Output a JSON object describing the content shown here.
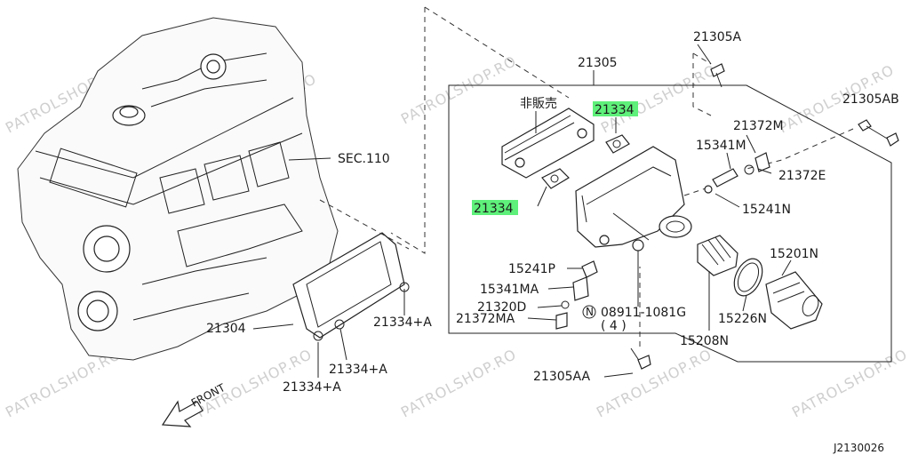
{
  "watermark": "PATROLSHOP.RO",
  "highlight_color": "#5ef07a",
  "icons": {
    "arrow": "front-arrow-icon",
    "bolt": "bolt-icon",
    "filter": "oil-filter-icon"
  },
  "labels": {
    "p21305A": "21305A",
    "p21305": "21305",
    "p21305AB": "21305AB",
    "hanbai": "非販売",
    "p21334_top": "21334",
    "p21334_left": "21334",
    "p21372M": "21372M",
    "p15341M": "15341M",
    "p21372E": "21372E",
    "p15241N": "15241N",
    "sec110": "SEC.110",
    "p15201N": "15201N",
    "p15241P": "15241P",
    "p15341MA": "15341MA",
    "p21320D": "21320D",
    "p21372MA": "21372MA",
    "n_mark": "N",
    "p08911": "08911-1081G",
    "qty4": "( 4 )",
    "p15226N": "15226N",
    "p15208N": "15208N",
    "p21304": "21304",
    "p21334A_1": "21334+A",
    "p21334A_2": "21334+A",
    "p21334A_3": "21334+A",
    "p21305AA": "21305AA",
    "front": "FRONT",
    "code": "J2130026"
  }
}
